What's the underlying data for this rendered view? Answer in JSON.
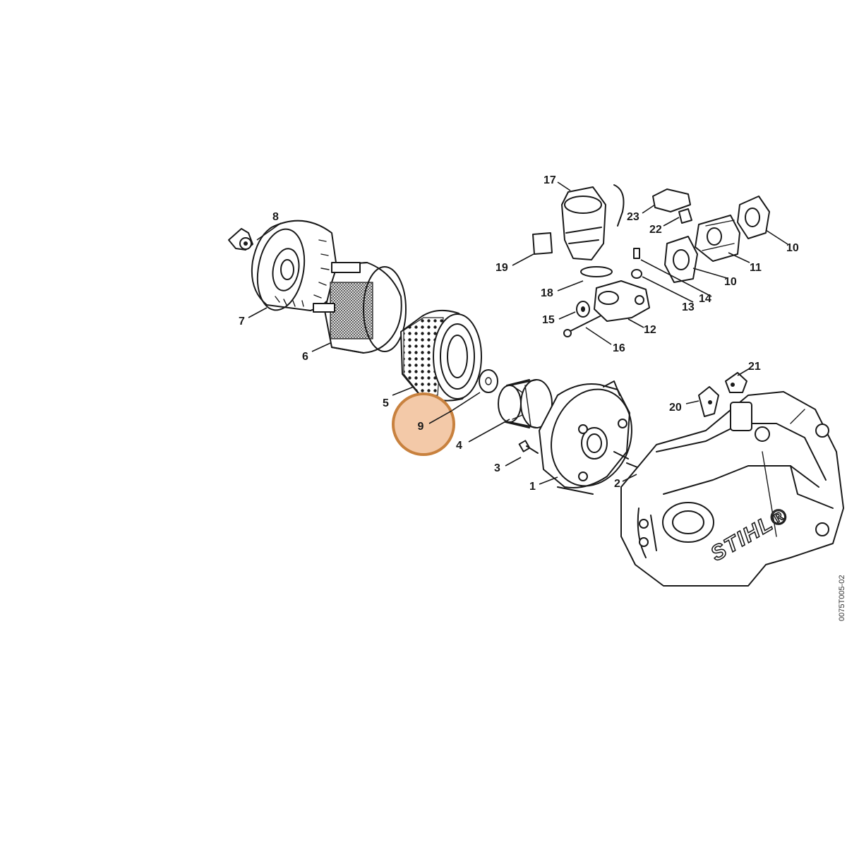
{
  "diagram": {
    "highlight": {
      "label": "9",
      "color": "#c8813e",
      "fill": "#f3c9a8"
    },
    "callouts": [
      {
        "id": "1",
        "label": "1"
      },
      {
        "id": "2",
        "label": "2"
      },
      {
        "id": "3",
        "label": "3"
      },
      {
        "id": "4",
        "label": "4"
      },
      {
        "id": "5",
        "label": "5"
      },
      {
        "id": "6",
        "label": "6"
      },
      {
        "id": "7",
        "label": "7"
      },
      {
        "id": "8",
        "label": "8"
      },
      {
        "id": "10a",
        "label": "10"
      },
      {
        "id": "10b",
        "label": "10"
      },
      {
        "id": "11",
        "label": "11"
      },
      {
        "id": "12",
        "label": "12"
      },
      {
        "id": "13",
        "label": "13"
      },
      {
        "id": "14",
        "label": "14"
      },
      {
        "id": "15",
        "label": "15"
      },
      {
        "id": "16",
        "label": "16"
      },
      {
        "id": "17",
        "label": "17"
      },
      {
        "id": "18",
        "label": "18"
      },
      {
        "id": "19",
        "label": "19"
      },
      {
        "id": "20",
        "label": "20"
      },
      {
        "id": "21",
        "label": "21"
      },
      {
        "id": "22",
        "label": "22"
      },
      {
        "id": "23",
        "label": "23"
      }
    ],
    "logo_text": "STIHL®",
    "drawing_code": "0075T005-02"
  }
}
